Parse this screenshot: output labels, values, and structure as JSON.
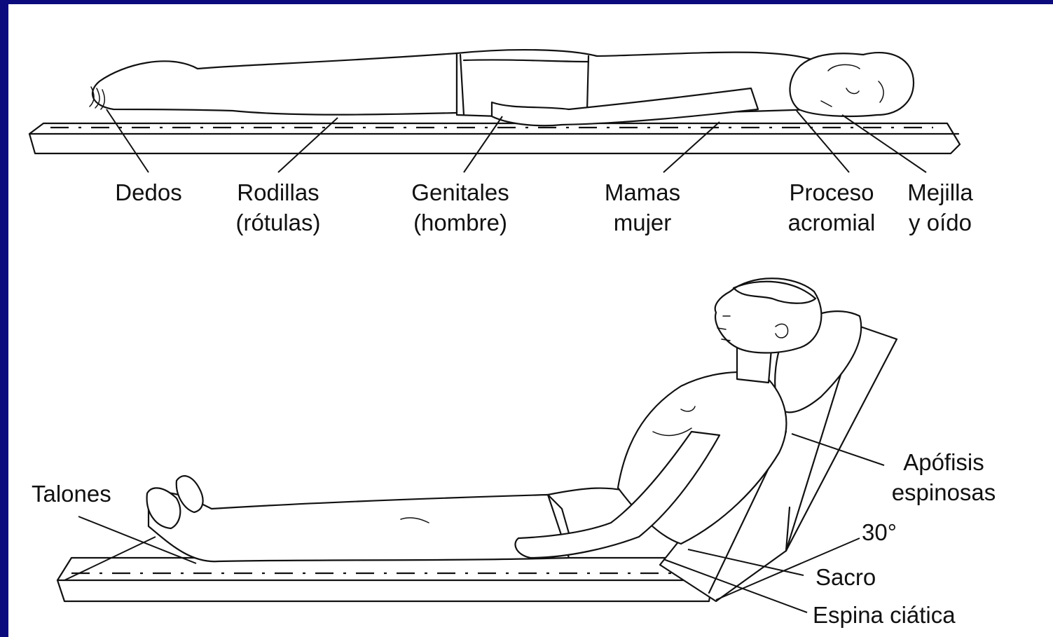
{
  "prone_labels": {
    "dedos": "Dedos",
    "rodillas_1": "Rodillas",
    "rodillas_2": "(rótulas)",
    "genitales_1": "Genitales",
    "genitales_2": "(hombre)",
    "mamas_1": "Mamas",
    "mamas_2": "mujer",
    "proceso_1": "Proceso",
    "proceso_2": "acromial",
    "mejilla_1": "Mejilla",
    "mejilla_2": "y oído"
  },
  "fowler_labels": {
    "talones": "Talones",
    "apofisis_1": "Apófisis",
    "apofisis_2": "espinosas",
    "angle": "30°",
    "sacro": "Sacro",
    "espina": "Espina ciática"
  },
  "colors": {
    "border": "#0b0b7e",
    "paper": "#ffffff",
    "ink": "#111111"
  }
}
